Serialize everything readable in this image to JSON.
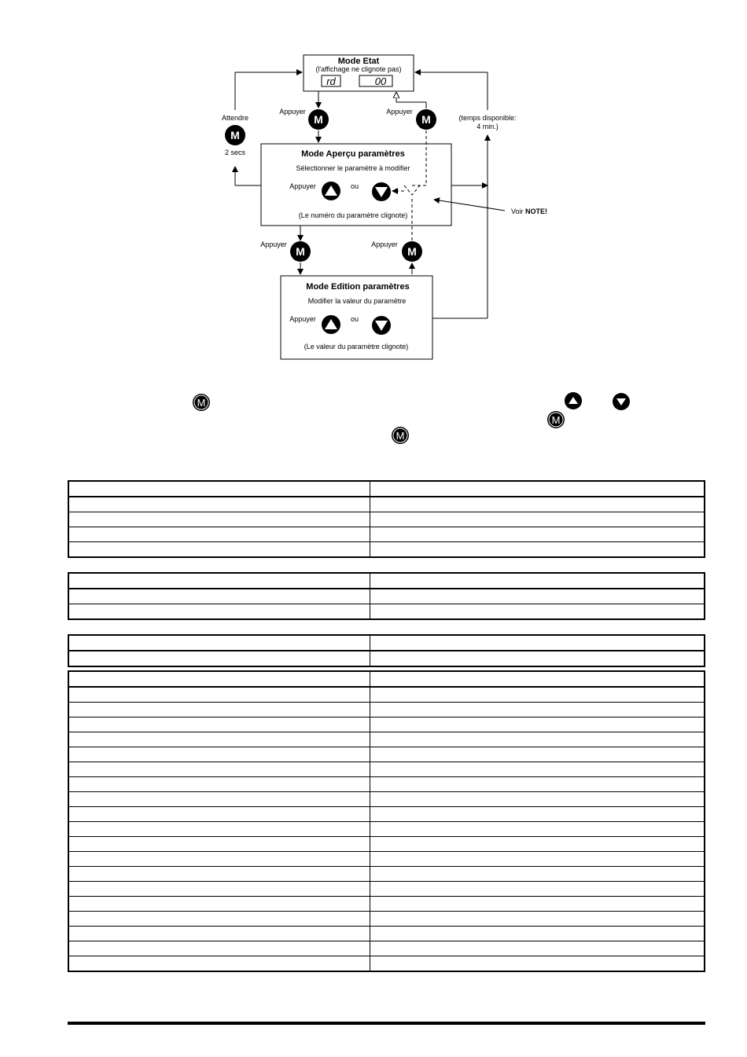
{
  "diagram": {
    "status_box": {
      "title": "Mode Etat",
      "subtitle": "(l'affichage ne clignote pas)",
      "display_left": "rd",
      "display_right": "00"
    },
    "preview_box": {
      "title": "Mode Aperçu paramètres",
      "subtitle": "Sélectionner le paramètre à modifier",
      "press_label": "Appuyer",
      "or_label": "ou",
      "note": "(Le numéro du paramètre clignote)"
    },
    "edit_box": {
      "title": "Mode Edition paramètres",
      "subtitle": "Modifier la valeur du paramètre",
      "press_label": "Appuyer",
      "or_label": "ou",
      "note": "(Le valeur du paramètre clignote)"
    },
    "labels": {
      "wait": "Attendre",
      "wait_time": "2 secs",
      "press_a": "Appuyer",
      "press_b": "Appuyer",
      "press_c": "Appuyer",
      "press_d": "Appuyer",
      "time_line1": "(temps disponible:",
      "time_line2": "4 min.)",
      "see_note": "Voir ",
      "note_word": "NOTE!"
    },
    "button_glyph": "M"
  },
  "inline_icons": [
    "m-button-icon",
    "up-arrow-icon",
    "down-arrow-icon",
    "m-button-icon",
    "m-button-icon"
  ],
  "tables": [
    {
      "rows": 5
    },
    {
      "rows": 3
    },
    {
      "rows": 2
    },
    {
      "rows": 20
    }
  ]
}
